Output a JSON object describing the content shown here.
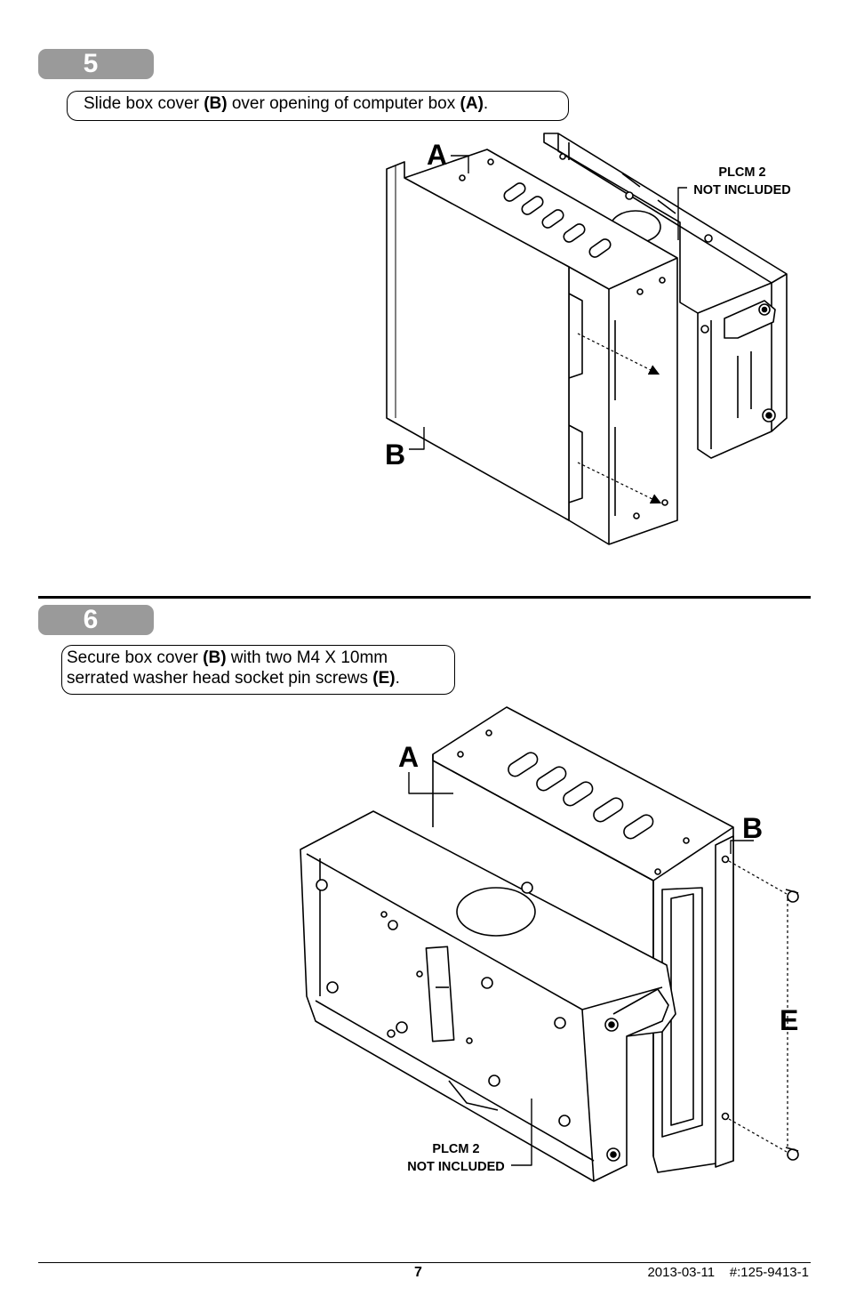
{
  "steps": [
    {
      "number": "5",
      "instruction": {
        "part1": "Slide box cover ",
        "b1": "(B)",
        "part2": " over opening of computer box ",
        "b2": "(A)",
        "part3": "."
      },
      "figure": {
        "label_a": "A",
        "label_b": "B",
        "note_line1": "PLCM 2",
        "note_line2": "NOT INCLUDED"
      }
    },
    {
      "number": "6",
      "instruction": {
        "part1": "Secure box cover ",
        "b1": "(B)",
        "part2": " with two M4 X 10mm",
        "part3": "serrated washer head socket pin screws ",
        "b2": "(E)",
        "part4": "."
      },
      "figure": {
        "label_a": "A",
        "label_b": "B",
        "label_e": "E",
        "note_line1": "PLCM 2",
        "note_line2": "NOT INCLUDED"
      }
    }
  ],
  "footer": {
    "page_number": "7",
    "date": "2013-03-11",
    "doc_number": "#:125-9413-1"
  }
}
